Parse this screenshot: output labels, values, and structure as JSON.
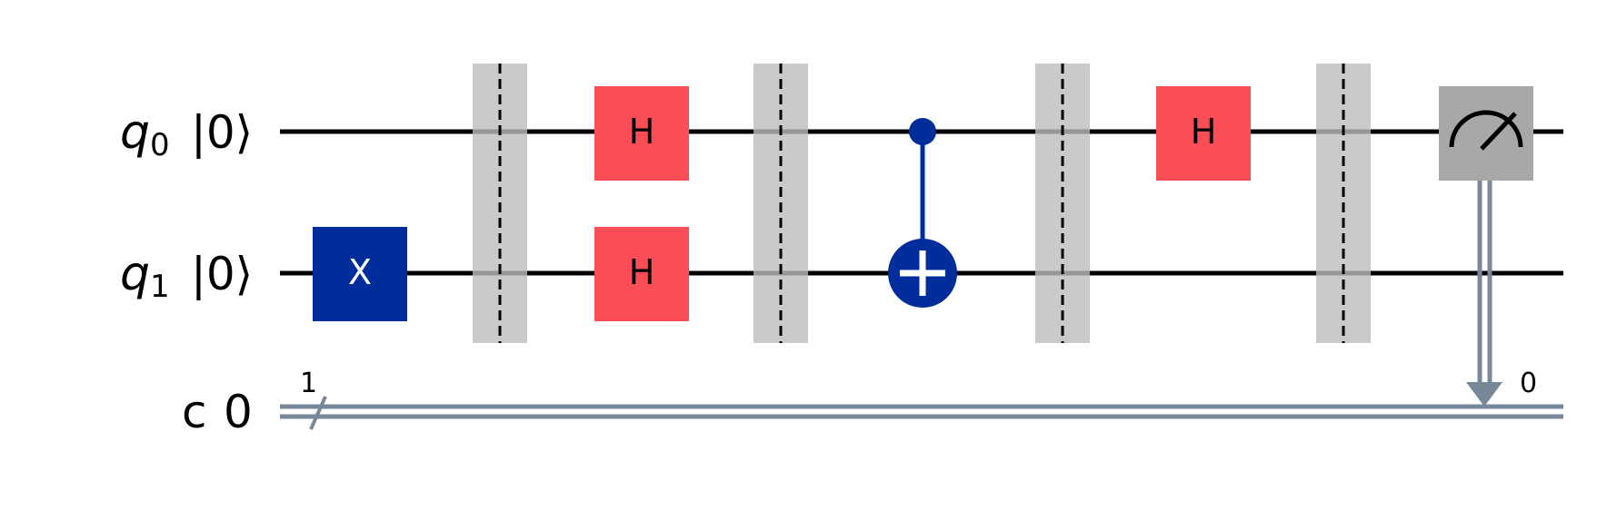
{
  "title": "Quantum circuit",
  "colors": {
    "wire": "#000000",
    "classical_wire": "#778899",
    "x_gate": "#002D9C",
    "h_gate": "#FA4D56",
    "barrier": "#BDBDBD",
    "measure": "#A8A8A8",
    "cx": "#002D9C"
  },
  "qubits": [
    {
      "name": "q",
      "index": "0",
      "init": "|0⟩"
    },
    {
      "name": "q",
      "index": "1",
      "init": "|0⟩"
    }
  ],
  "classical": {
    "label": "c",
    "index": "0",
    "width": "1",
    "measure_bit": "0"
  },
  "gates": [
    {
      "type": "x",
      "label": "X",
      "qubit": 1,
      "column": 0
    },
    {
      "type": "barrier",
      "column": 1
    },
    {
      "type": "h",
      "label": "H",
      "qubit": 0,
      "column": 2
    },
    {
      "type": "h",
      "label": "H",
      "qubit": 1,
      "column": 2
    },
    {
      "type": "barrier",
      "column": 3
    },
    {
      "type": "cx",
      "control": 0,
      "target": 1,
      "column": 4
    },
    {
      "type": "barrier",
      "column": 5
    },
    {
      "type": "h",
      "label": "H",
      "qubit": 0,
      "column": 6
    },
    {
      "type": "barrier",
      "column": 7
    },
    {
      "type": "measure",
      "qubit": 0,
      "clbit": 0,
      "column": 8
    }
  ]
}
